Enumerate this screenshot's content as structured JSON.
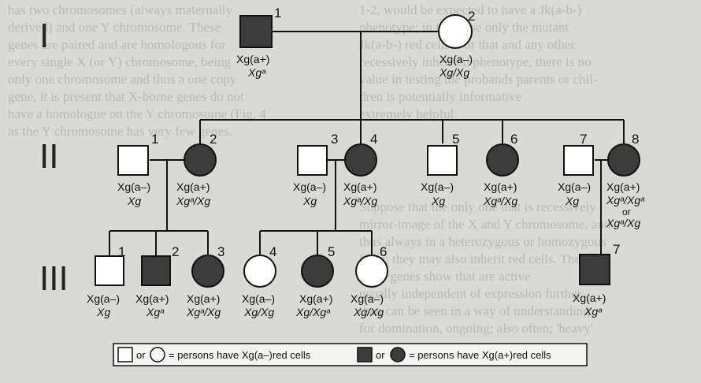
{
  "background_text": {
    "left_lines": [
      "has two chromosomes (always maternally",
      "derived) and one Y chromosome. These",
      "genes are paired and are homologous for",
      "every single X (or Y) chromosome, being",
      "only one chromosome and thus a one copy",
      "gene, it is present that X-borne genes do not",
      "have a homologue on the Y chromosome (Fig. 4",
      "as the Y chromosome has very few genes."
    ],
    "right_lines": [
      "1-2, would be expected to have a Jk(a-b-)",
      "phenotype; in this case only the mutant",
      "Jk(a-b-) red cells. For that and any other",
      "recessively inherited phenotype, there is no",
      "value in testing the probands parents or chil-",
      "dren is potentially informative",
      "extremely helpful."
    ],
    "mid_lines": [
      "Suppose that the only one that is recessively",
      "mirror-image of the X and Y chromosome, and",
      "thus always in a heterozygous or homozygous",
      "form; they may also inherit red cells. The",
      "same genes show that are active",
      "usually independent of expression further",
      "than can be seen in a way of understanding",
      "for domination, ongoing; also often; 'heavy'"
    ]
  },
  "generations": [
    "I",
    "II",
    "III"
  ],
  "individuals": [
    {
      "id": "I-1",
      "num": "1",
      "phenotype": "Xg(a+)",
      "genotype": "Xgᵃ"
    },
    {
      "id": "I-2",
      "num": "2",
      "phenotype": "Xg(a–)",
      "genotype": "Xg/Xg"
    },
    {
      "id": "II-1",
      "num": "1",
      "phenotype": "Xg(a–)",
      "genotype": "Xg"
    },
    {
      "id": "II-2",
      "num": "2",
      "phenotype": "Xg(a+)",
      "genotype": "Xgᵃ/Xg"
    },
    {
      "id": "II-3",
      "num": "3",
      "phenotype": "Xg(a–)",
      "genotype": "Xg"
    },
    {
      "id": "II-4",
      "num": "4",
      "phenotype": "Xg(a+)",
      "genotype": "Xgᵃ/Xg"
    },
    {
      "id": "II-5",
      "num": "5",
      "phenotype": "Xg(a–)",
      "genotype": "Xg"
    },
    {
      "id": "II-6",
      "num": "6",
      "phenotype": "Xg(a+)",
      "genotype": "Xgᵃ/Xg"
    },
    {
      "id": "II-7",
      "num": "7",
      "phenotype": "Xg(a–)",
      "genotype": "Xg"
    },
    {
      "id": "II-8",
      "num": "8",
      "phenotype": "Xg(a+)",
      "genotype": "Xgᵃ/Xgᵃ",
      "genotype_alt": "Xgᵃ/Xg",
      "or": "or"
    },
    {
      "id": "III-1",
      "num": "1",
      "phenotype": "Xg(a–)",
      "genotype": "Xg"
    },
    {
      "id": "III-2",
      "num": "2",
      "phenotype": "Xg(a+)",
      "genotype": "Xgᵃ"
    },
    {
      "id": "III-3",
      "num": "3",
      "phenotype": "Xg(a+)",
      "genotype": "Xgᵃ/Xg"
    },
    {
      "id": "III-4",
      "num": "4",
      "phenotype": "Xg(a–)",
      "genotype": "Xg/Xg"
    },
    {
      "id": "III-5",
      "num": "5",
      "phenotype": "Xg(a+)",
      "genotype": "Xg/Xgᵃ"
    },
    {
      "id": "III-6",
      "num": "6",
      "phenotype": "Xg(a–)",
      "genotype": "Xg/Xg"
    },
    {
      "id": "III-7",
      "num": "7",
      "phenotype": "Xg(a+)",
      "genotype": "Xgᵃ"
    }
  ],
  "legend": {
    "or1": "or",
    "open_text": "= persons have Xg(a–)red cells",
    "or2": "or",
    "filled_text": "= persons have Xg(a+)red cells"
  },
  "colors": {
    "filled": "#3b3b3b",
    "open": "#ffffff",
    "line": "#111111"
  }
}
